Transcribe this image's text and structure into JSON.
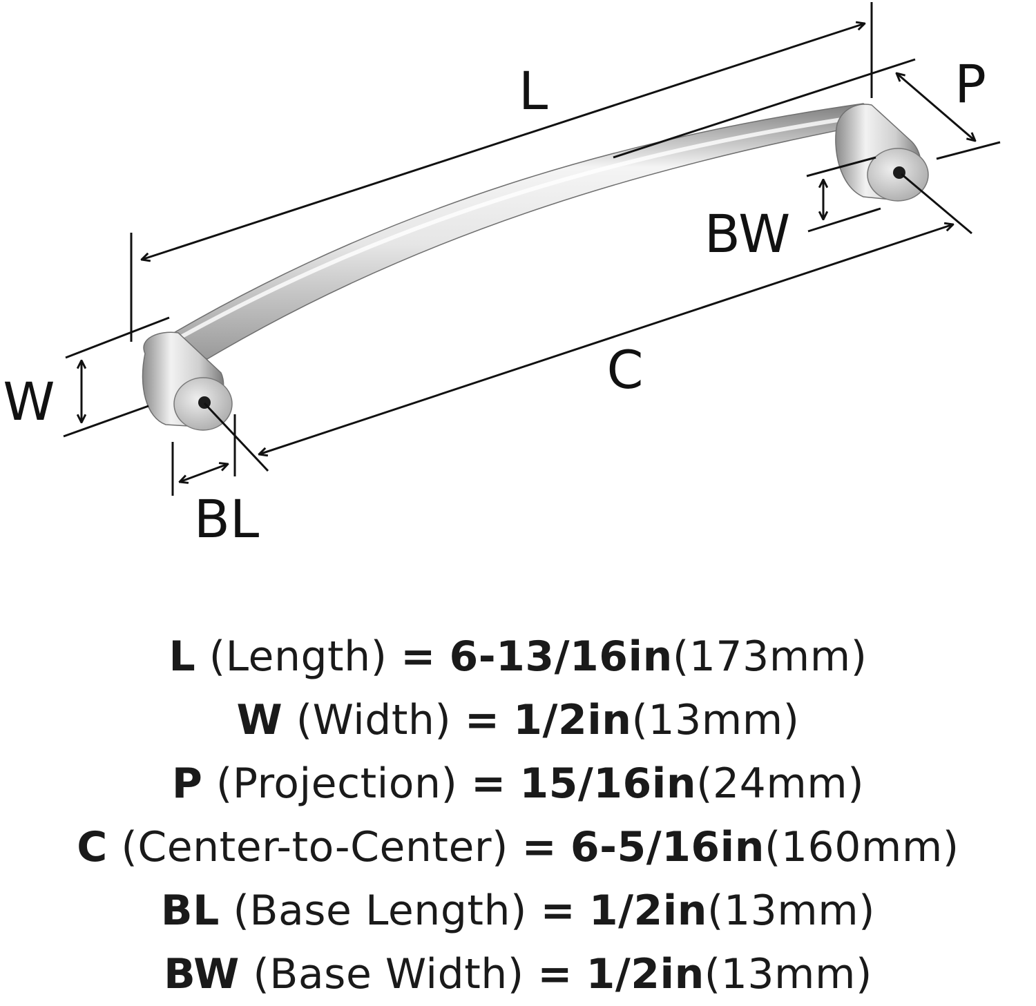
{
  "diagram": {
    "labels": {
      "L": "L",
      "P": "P",
      "BW": "BW",
      "W": "W",
      "C": "C",
      "BL": "BL"
    },
    "colors": {
      "line": "#111111",
      "chrome_light": "#f4f4f4",
      "chrome_mid": "#c9c9c9",
      "chrome_dark": "#7d7d7d"
    }
  },
  "specs": [
    {
      "code": "L",
      "desc": "(Length)",
      "eq": "=",
      "value": "6-13/16in",
      "mm": "(173mm)"
    },
    {
      "code": "W",
      "desc": "(Width)",
      "eq": "=",
      "value": "1/2in",
      "mm": "(13mm)"
    },
    {
      "code": "P",
      "desc": "(Projection)",
      "eq": "=",
      "value": "15/16in",
      "mm": "(24mm)"
    },
    {
      "code": "C",
      "desc": "(Center-to-Center)",
      "eq": "=",
      "value": "6-5/16in",
      "mm": "(160mm)"
    },
    {
      "code": "BL",
      "desc": "(Base Length)",
      "eq": "=",
      "value": "1/2in",
      "mm": "(13mm)"
    },
    {
      "code": "BW",
      "desc": "(Base Width)",
      "eq": "=",
      "value": "1/2in",
      "mm": "(13mm)"
    }
  ]
}
